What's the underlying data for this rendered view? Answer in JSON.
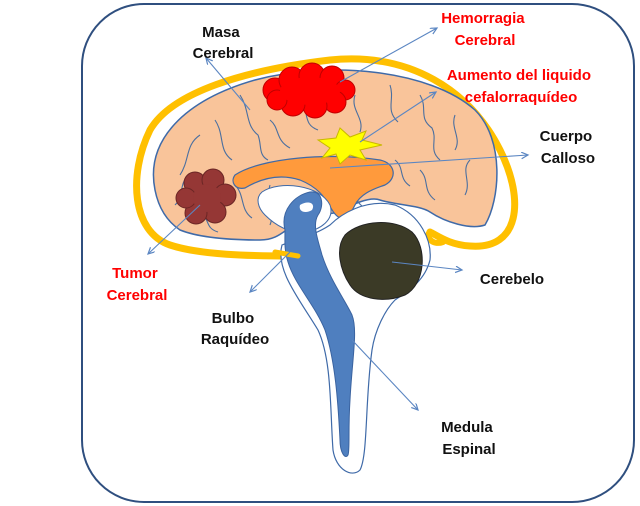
{
  "labels": {
    "masa": [
      "Masa",
      "Cerebral"
    ],
    "hemorragia": [
      "Hemorragia",
      "Cerebral"
    ],
    "aumento": [
      "Aumento del liquido",
      "cefalorraquídeo"
    ],
    "cuerpo": [
      "Cuerpo",
      "Calloso"
    ],
    "tumor": [
      "Tumor",
      "Cerebral"
    ],
    "cerebelo": [
      "Cerebelo"
    ],
    "bulbo": [
      "Bulbo",
      "Raquídeo"
    ],
    "medula": [
      "Medula",
      "Espinal"
    ]
  },
  "colors": {
    "frame": "#2f4f7f",
    "skull_ring": "#ffc000",
    "brain_fill": "#f9c49a",
    "brain_outline": "#3f6aa8",
    "gyri": "#4a6fa0",
    "hemorrhage": "#ff0000",
    "tumor": "#953735",
    "csf_burst": "#ffff00",
    "corpus_callosum": "#ff9a3c",
    "brainstem": "#4f7fbf",
    "cerebellum": "#3b3a26",
    "arrow": "#5b86c2",
    "label_red": "#ff0000",
    "label_black": "#111111"
  }
}
